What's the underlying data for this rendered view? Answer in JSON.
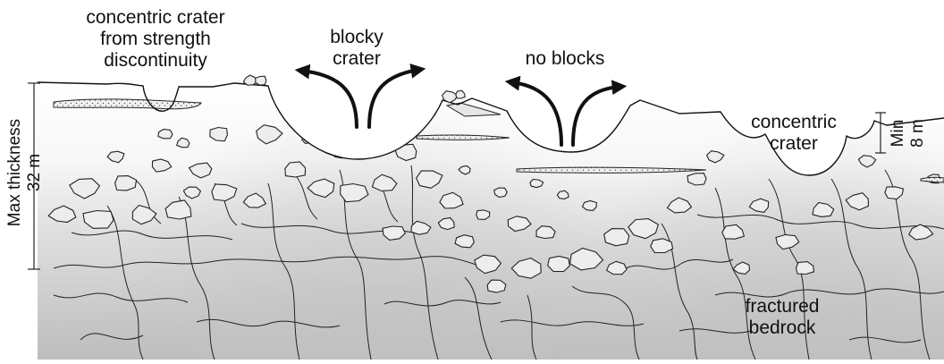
{
  "labels": {
    "concentric_from_strength": [
      "concentric crater",
      "from strength",
      "discontinuity"
    ],
    "blocky_crater": [
      "blocky",
      "crater"
    ],
    "no_blocks": "no blocks",
    "concentric_crater": [
      "concentric",
      "crater"
    ],
    "fractured_bedrock": [
      "fractured",
      "bedrock"
    ],
    "max_thickness": [
      "Max thickness",
      "32 m"
    ],
    "min_thickness": [
      "Min",
      "8 m"
    ]
  },
  "colors": {
    "ink": "#111111",
    "regolith_top": "#ffffff",
    "bedrock": "#c4c4c4",
    "stipple_band": "#f1f1f1"
  }
}
